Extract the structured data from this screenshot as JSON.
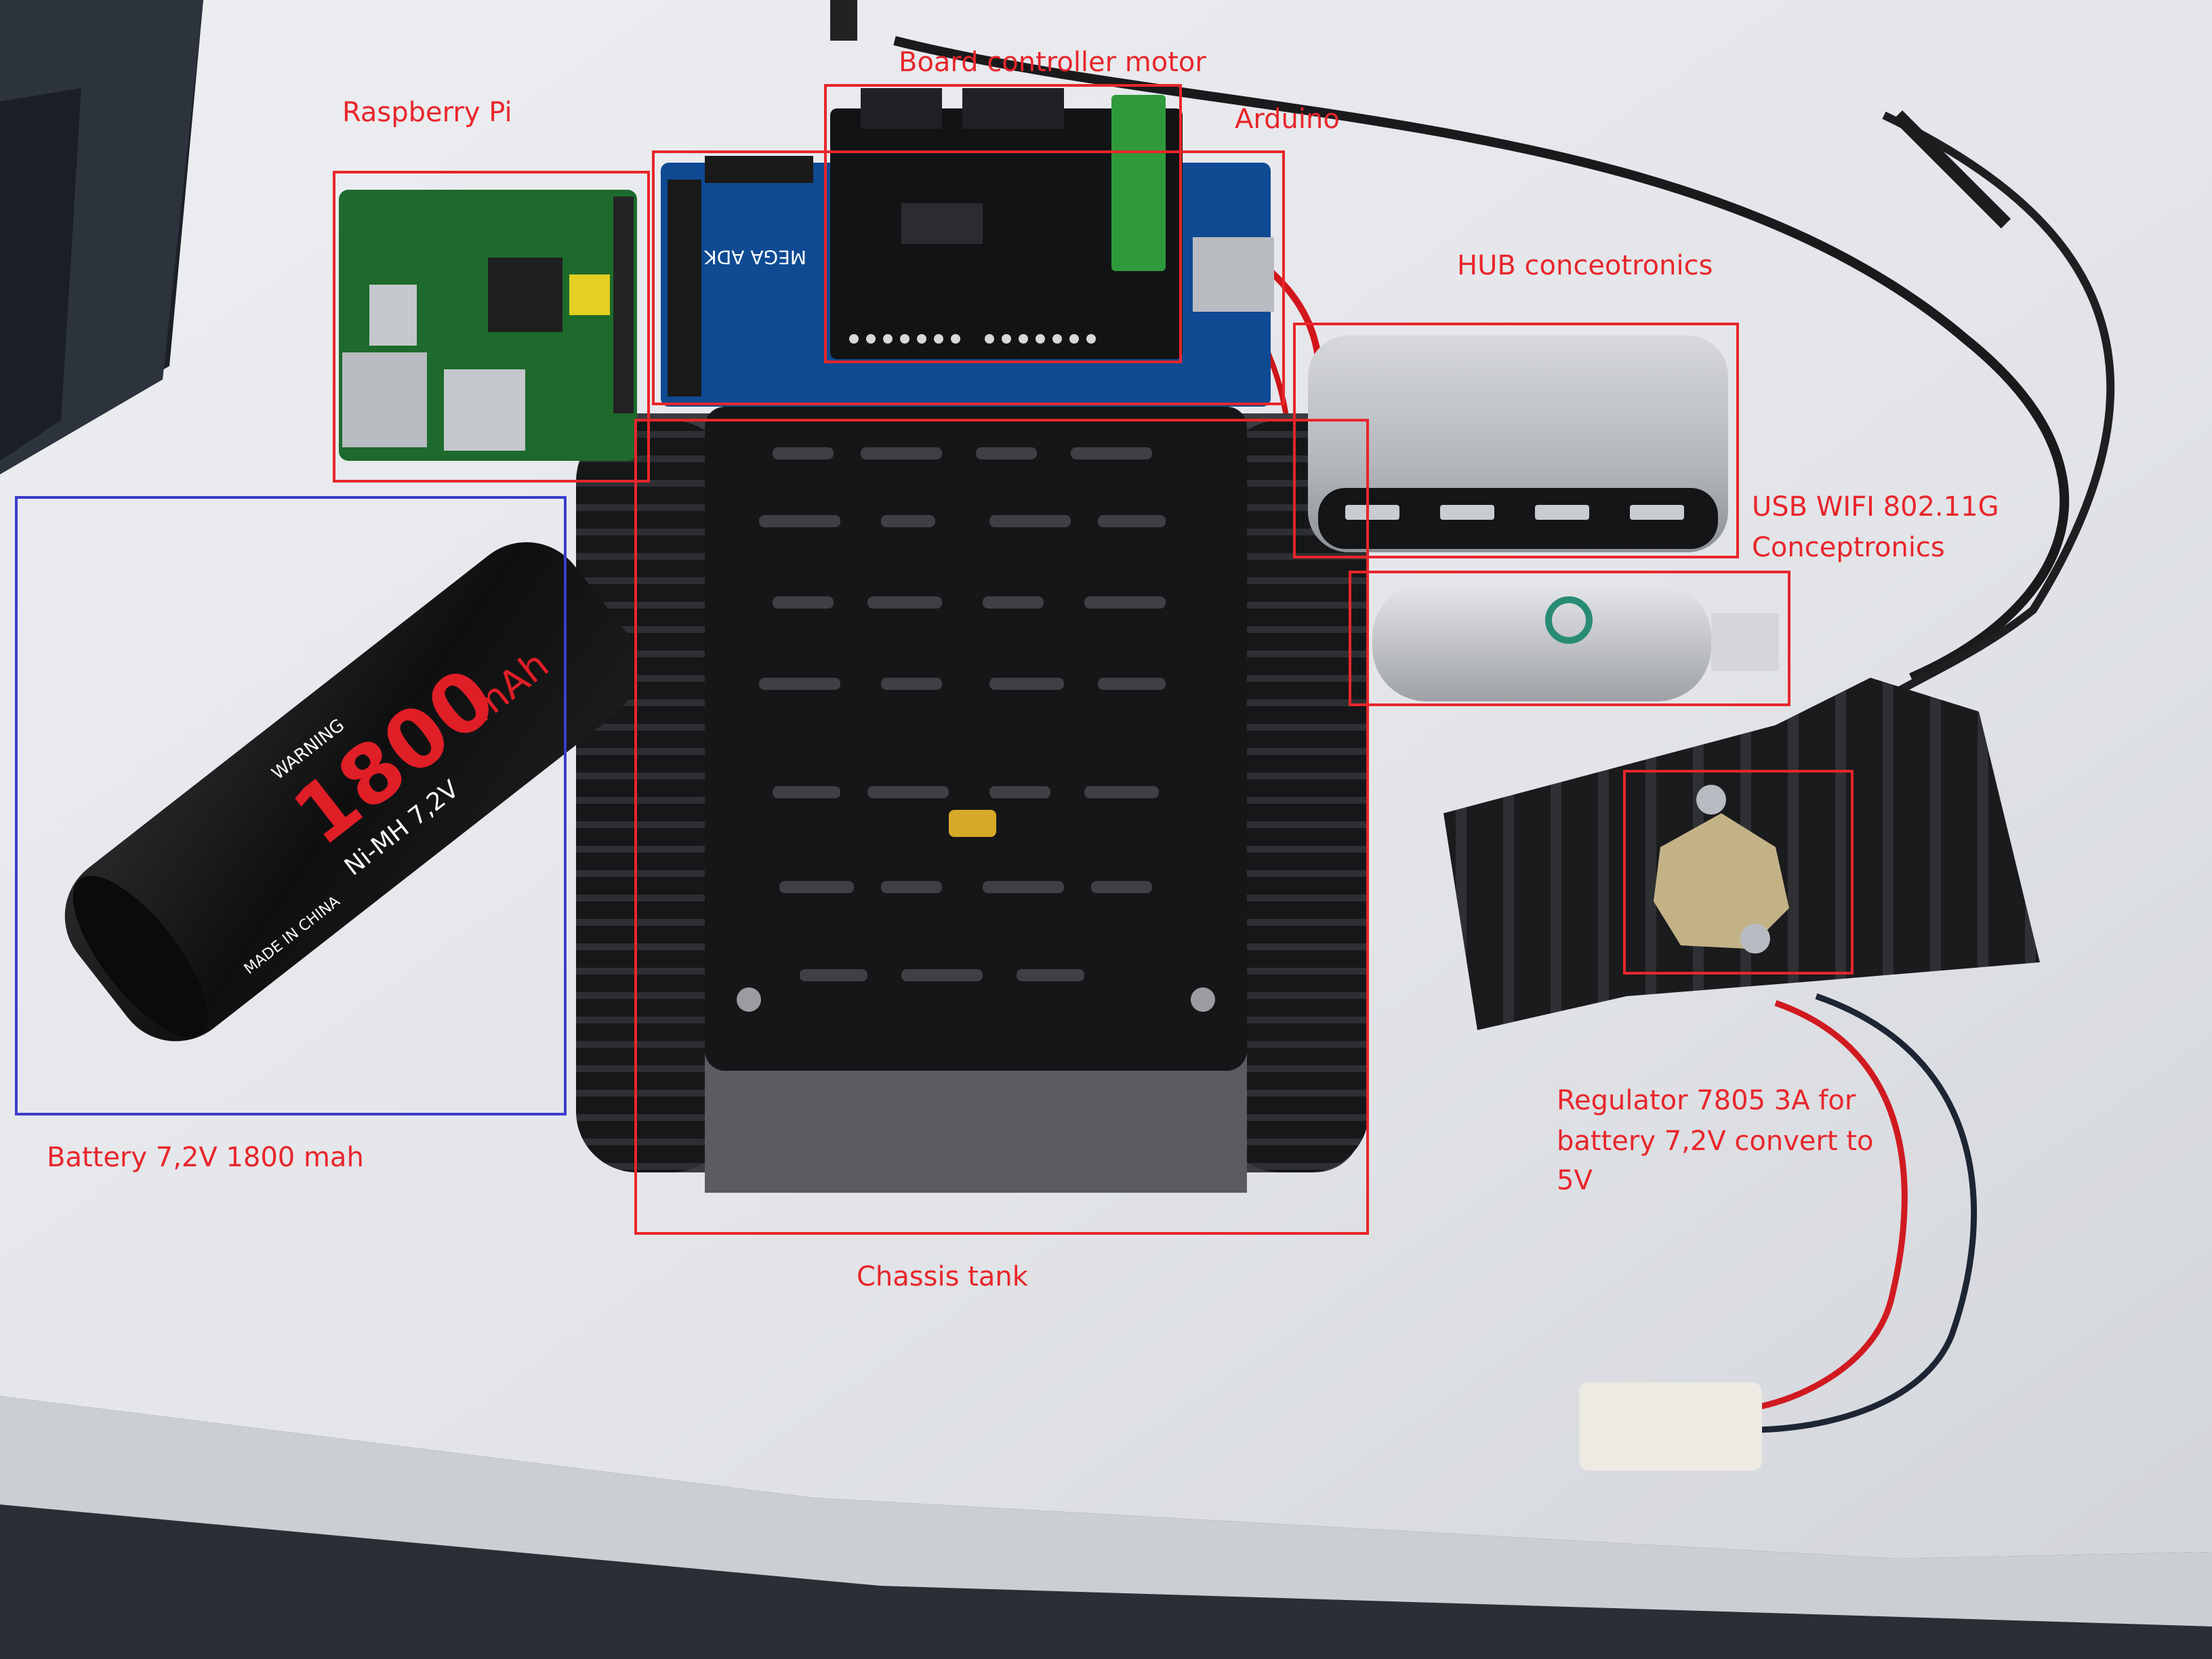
{
  "colors": {
    "annotation_red": "#e8262b",
    "annotation_blue": "#3c3ccc",
    "label_red": "#e8262b",
    "desk": "#e2e4e8",
    "laptop": "#1c2128",
    "chassis": "#26282b",
    "hub_silver": "#b8bbc0",
    "heatsink": "#1a1b1d"
  },
  "labels": {
    "board_controller_motor": "Board controller motor",
    "raspberry_pi": "Raspberry Pi",
    "arduino": "Arduino",
    "hub": "HUB conceotronics",
    "usb_wifi_line1": "USB WIFI 802.11G",
    "usb_wifi_line2": "Conceptronics",
    "battery": "Battery 7,2V 1800 mah",
    "regulator_line1": "Regulator 7805 3A for",
    "regulator_line2": "battery 7,2V convert to",
    "regulator_line3": "5V",
    "chassis": "Chassis tank"
  },
  "battery_print": {
    "capacity": "1800",
    "unit": "mAh",
    "chemistry": "Ni-MH 7,2V",
    "warning": "WARNING",
    "origin": "MADE IN CHINA"
  },
  "arduino_print": "MEGA ADK"
}
